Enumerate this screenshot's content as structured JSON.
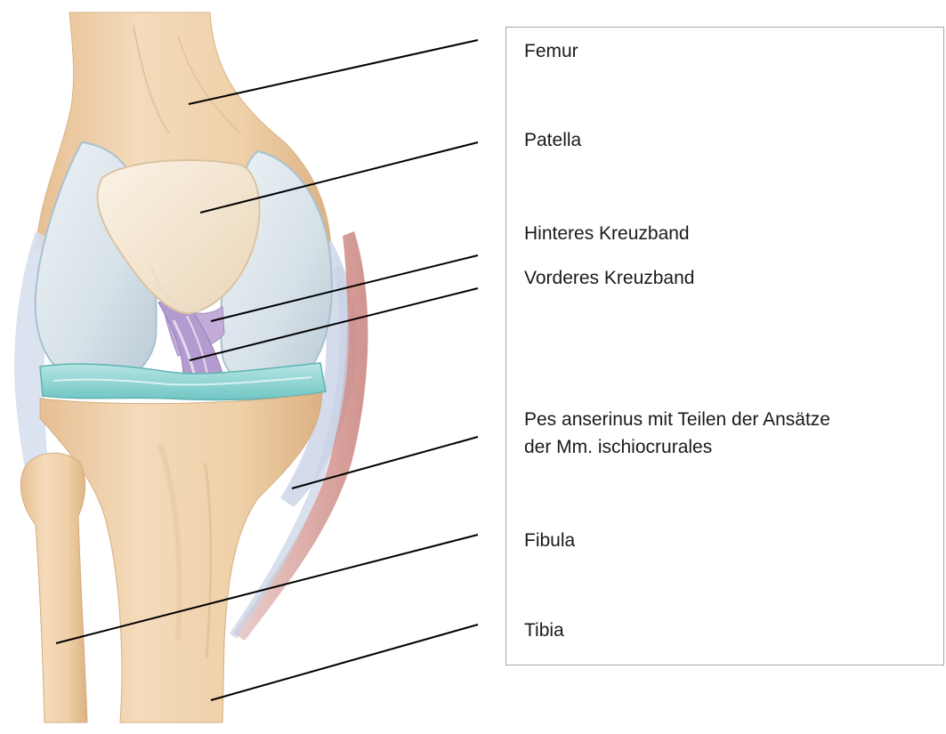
{
  "diagram": {
    "subject": "knee joint anterior view",
    "colors": {
      "bone": "#f1d3ad",
      "bone_shadow": "#dfb88a",
      "cartilage": "#d8e3ea",
      "meniscus": "#8fd4d2",
      "cruciate_ligament": "#b9a2d2",
      "collateral_ligament": "#cfd6e6",
      "muscle_tendon": "#d89a94",
      "leader_line": "#000000"
    }
  },
  "labels": {
    "femur": "Femur",
    "patella": "Patella",
    "posterior_cruciate": "Hinteres Kreuzband",
    "anterior_cruciate": "Vorderes Kreuzband",
    "pes_anserinus_line1": "Pes anserinus mit Teilen der Ansätze",
    "pes_anserinus_line2": "der Mm. ischiocrurales",
    "fibula": "Fibula",
    "tibia": "Tibia"
  }
}
